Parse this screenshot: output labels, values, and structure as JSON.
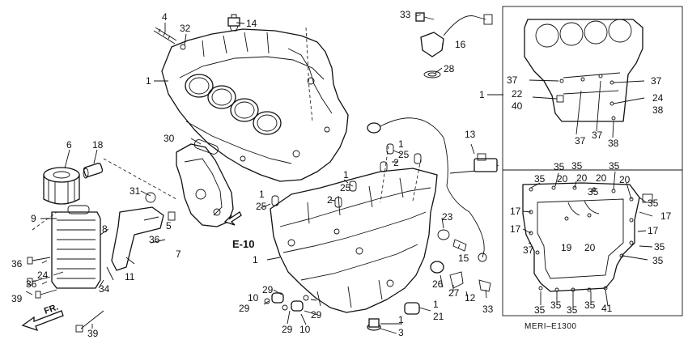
{
  "diagram": {
    "caption": "MERI–E1300",
    "reference_label": "E-10",
    "direction_label": "FR.",
    "callouts": {
      "c4": "4",
      "c14": "14",
      "c32": "32",
      "c1a": "1",
      "c30": "30",
      "c6": "6",
      "c18": "18",
      "c31": "31",
      "c9": "9",
      "c8": "8",
      "c36a": "36",
      "c5": "5",
      "c7": "7",
      "c36b": "36",
      "c36c": "36",
      "c24a": "24",
      "c39a": "39",
      "c11": "11",
      "c34": "34",
      "c39b": "39",
      "c33a": "33",
      "c16": "16",
      "c28": "28",
      "c13": "13",
      "c1b": "1",
      "c25a": "25",
      "c2a": "2",
      "c1c": "1",
      "c25b": "25",
      "c2b": "2",
      "c1d": "1",
      "c25c": "25",
      "c1e": "1",
      "c23": "23",
      "c15": "15",
      "c26": "26",
      "c27": "27",
      "c12": "12",
      "c33b": "33",
      "c29a": "29",
      "c10a": "10",
      "c29b": "29",
      "c29c": "29",
      "c10b": "10",
      "c29d": "29",
      "c21": "21",
      "c1f": "1",
      "c3": "3",
      "c1g": "1",
      "c37a": "37",
      "c22": "22",
      "c40": "40",
      "c37b": "37",
      "c24b": "24",
      "c38a": "38",
      "c37c": "37",
      "c37d": "37",
      "c38b": "38",
      "c35a": "35",
      "c35b": "35",
      "c35c": "35",
      "c20a": "20",
      "c20b": "20",
      "c20c": "20",
      "c35d": "35",
      "c20d": "20",
      "c35e": "35",
      "c35f": "35",
      "c17a": "17",
      "c17b": "17",
      "c17c": "17",
      "c17d": "17",
      "c37e": "37",
      "c19": "19",
      "c20e": "20",
      "c35g": "35",
      "c35h": "35",
      "c35i": "35",
      "c35j": "35",
      "c35k": "35",
      "c35l": "35",
      "c41": "41"
    }
  }
}
